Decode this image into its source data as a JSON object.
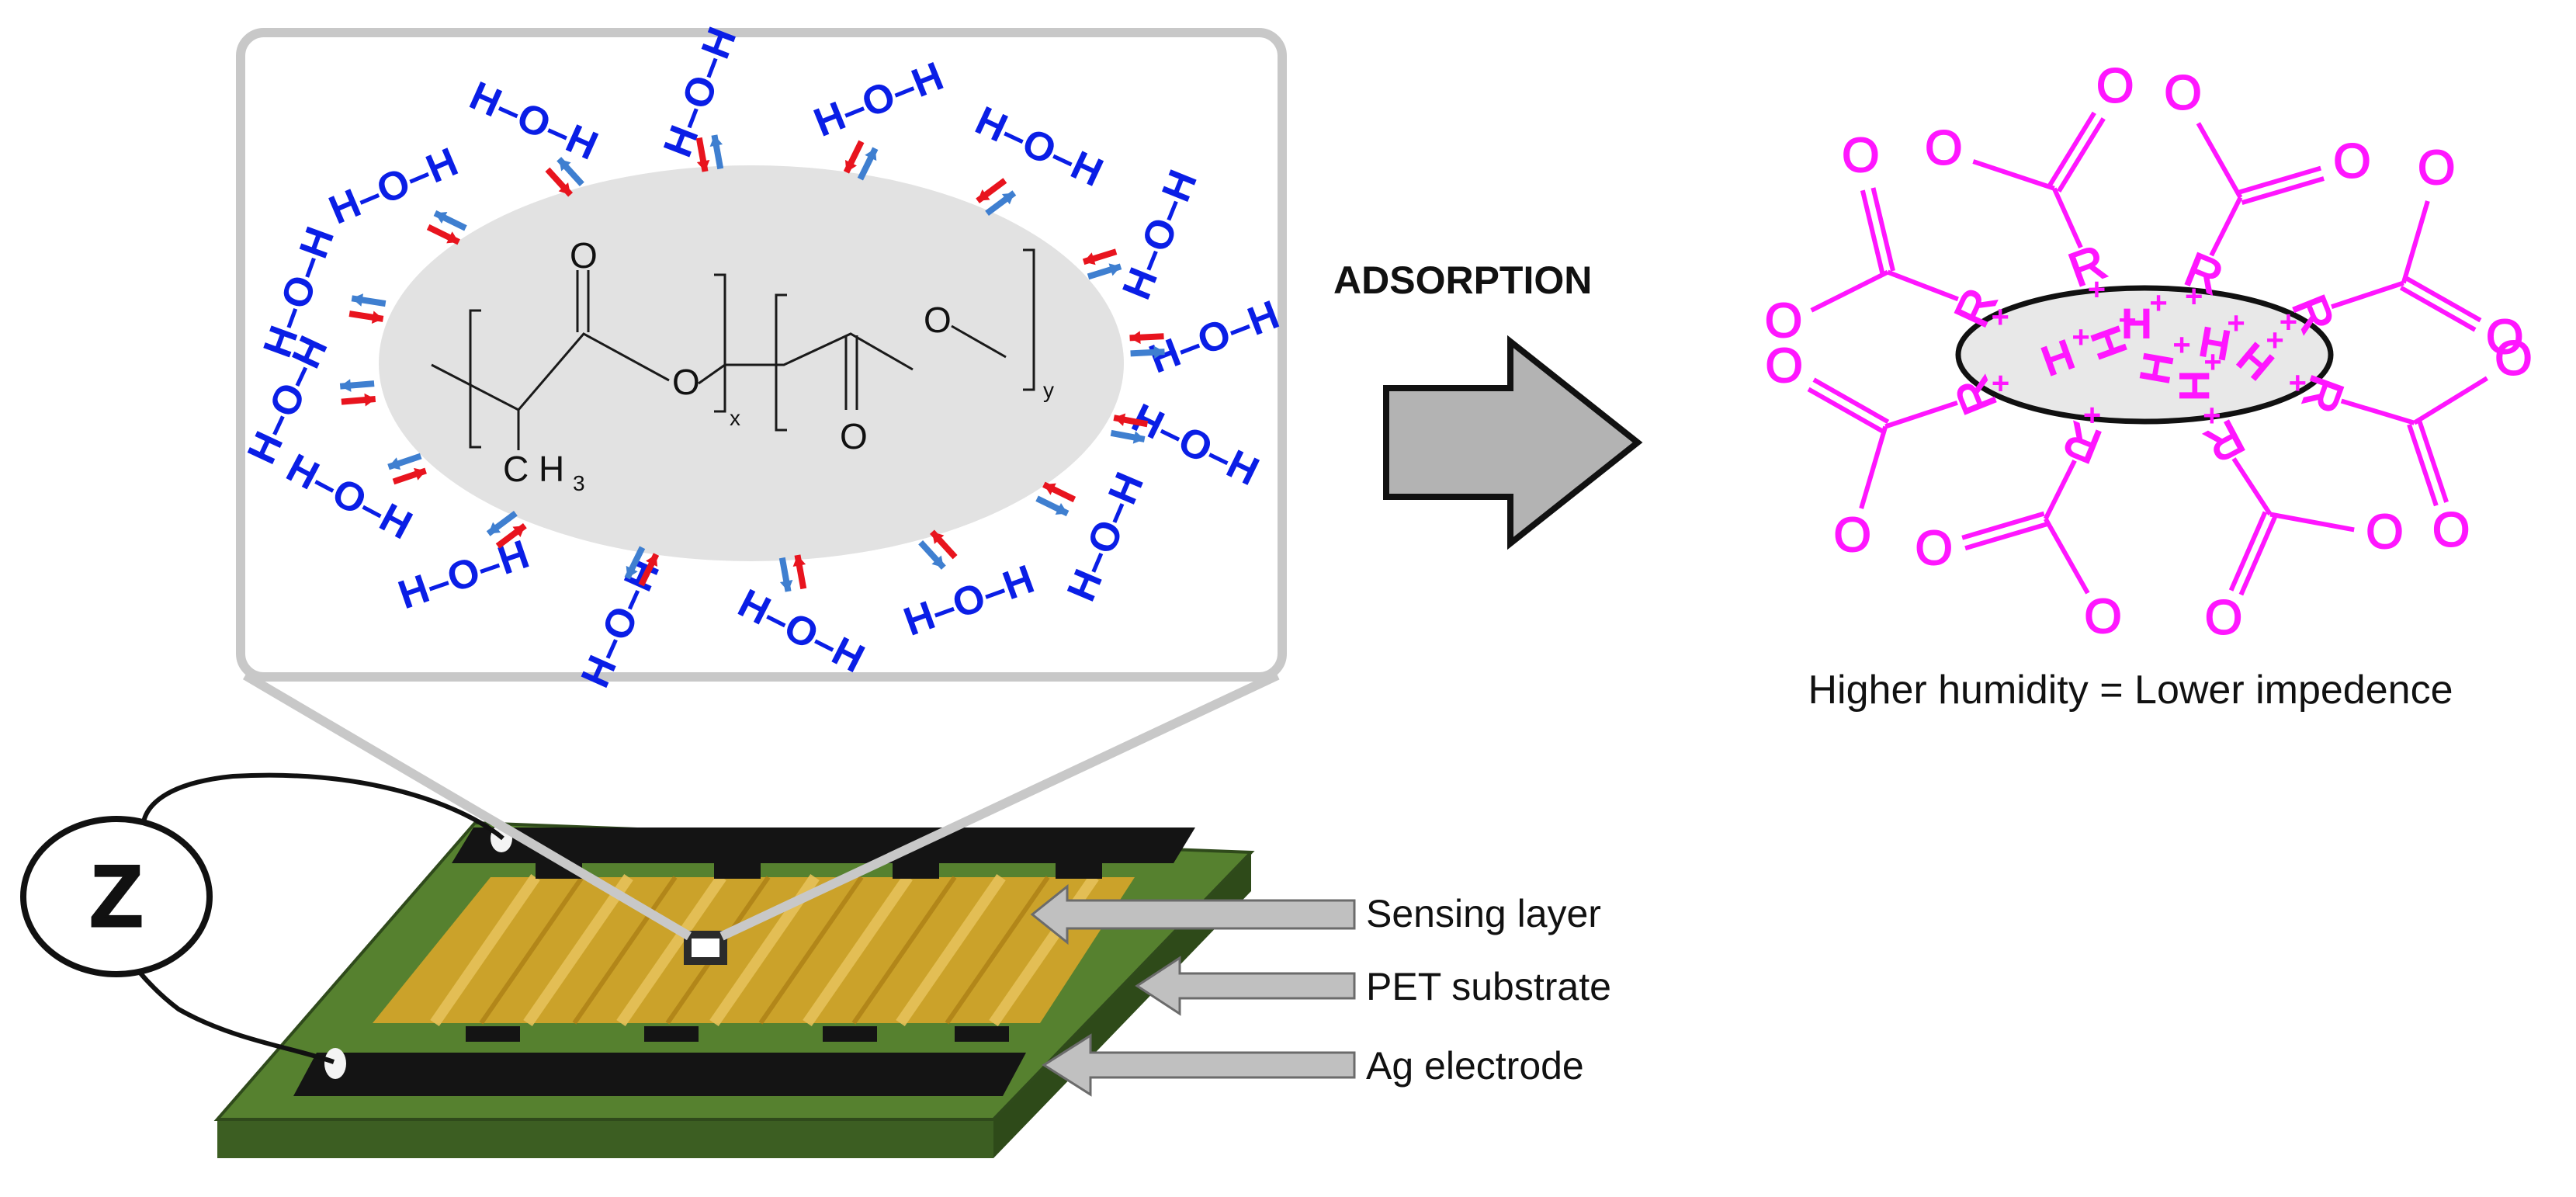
{
  "figure": {
    "adsorption_label": "ADSORPTION",
    "result_caption": "Higher humidity = Lower impedence",
    "impedance_symbol": "Z"
  },
  "layers": {
    "sensing": "Sensing layer",
    "substrate": "PET substrate",
    "electrode": "Ag electrode"
  },
  "polymer": {
    "carbonyl_o1": "O",
    "ester_o1": "O",
    "methyl": "C H",
    "methyl_sub": "3",
    "sub_x": "x",
    "carbonyl_o2": "O",
    "ester_o2": "O",
    "sub_y": "y"
  },
  "water_label": "H–O–H",
  "ionized": {
    "oxygen": "O",
    "radical": "R",
    "proton": "H",
    "charge": "+"
  },
  "colors": {
    "water_text": "#0a1ee6",
    "arrow_red": "#e8141e",
    "arrow_blue": "#3f7fd0",
    "magenta": "#ff16ff",
    "substrate_green": "#4f7a2e",
    "sensing_yellow": "#d4a52a",
    "electrode_black": "#141414",
    "ellipse_gray": "#e2e2e2",
    "big_arrow_gray": "#b3b3b3"
  }
}
